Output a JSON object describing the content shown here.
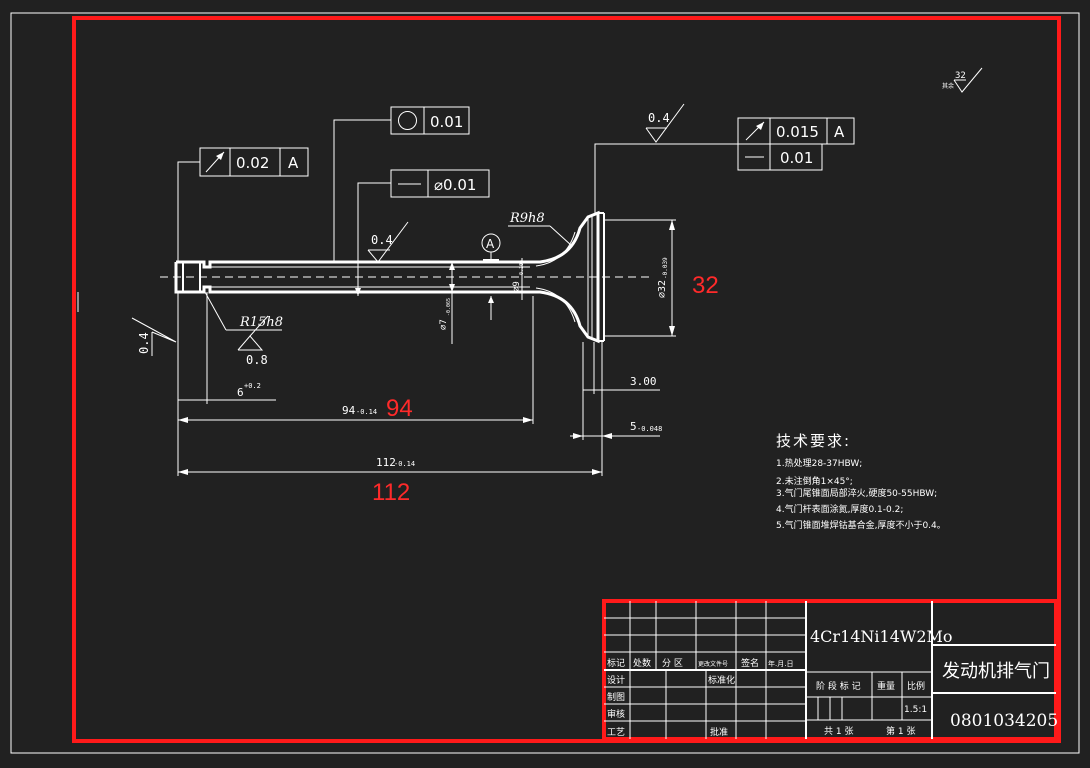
{
  "gdt": {
    "runout_1_value": "0.02",
    "runout_1_datum": "A",
    "roundness_value": "0.01",
    "straightness_value": "⌀0.01",
    "runout_2_value": "0.015",
    "runout_2_datum": "A",
    "flatness_value": "0.01",
    "datum_bubble": "A"
  },
  "roughness": {
    "stem": "0.4",
    "seat": "0.4",
    "end": "0.4",
    "groove": "0.8",
    "default_value": "32",
    "default_prefix": "其余"
  },
  "dims": {
    "r15": "R15h8",
    "r9": "R9h8",
    "groove_len": "6",
    "groove_tol": "+0.2",
    "len94": "94",
    "len94_tol": "-0.14",
    "len112": "112",
    "len112_tol": "-0.14",
    "head_thk": "3.00",
    "seat_w": "5",
    "seat_w_tol": "-0.048",
    "dia_head": "⌀32",
    "dia_head_tol": "-0.039",
    "dia_stem": "⌀7",
    "dia_stem_tol": "-0.065",
    "dia_neck": "⌀9",
    "dia_neck_tol": "-0.100"
  },
  "annotations": {
    "a32": "32",
    "a94": "94",
    "a112": "112"
  },
  "tech": {
    "title": "技术要求:",
    "lines": [
      "1.热处理28-37HBW;",
      "2.未注倒角1×45°;",
      "3.气门尾锥面局部淬火,硬度50-55HBW;",
      "4.气门杆表面涂氮,厚度0.1-0.2;",
      "5.气门锥面堆焊钴基合金,厚度不小于0.4。"
    ]
  },
  "title_block": {
    "material": "4Cr14Ni14W2Mo",
    "part_name": "发动机排气门",
    "drawing_no": "0801034205",
    "h_mark": "标记",
    "h_count": "处数",
    "h_zone": "分 区",
    "h_docno": "更改文件号",
    "h_sign": "签名",
    "h_date": "年.月.日",
    "r_design": "设计",
    "r_std": "标准化",
    "r_draw": "制图",
    "r_review": "审核",
    "r_process": "工艺",
    "r_approve": "批准",
    "stage_mark": "阶 段 标 记",
    "weight": "重量",
    "scale_label": "比例",
    "scale": "1.5:1",
    "sheets_total": "共 1 张",
    "sheet_no": "第 1 张"
  },
  "colors": {
    "background": "#212121",
    "lines": "#ffffff",
    "highlight": "#ff1a1a"
  }
}
